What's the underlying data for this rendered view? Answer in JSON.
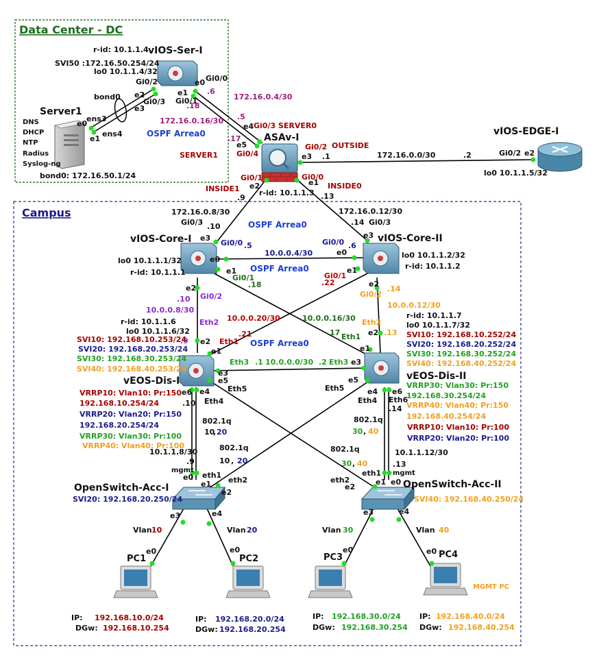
{
  "zones": {
    "datacenter": {
      "title": "Data Center - DC"
    },
    "campus": {
      "title": "Campus"
    }
  },
  "colors": {
    "red": "#a40000",
    "darkred": "#c00000",
    "blue": "#1a1a8c",
    "brightblue": "#1a3fd1",
    "green": "#22a022",
    "orange": "#f0a020",
    "purple": "#9c1f7c",
    "violet": "#8a2bd0",
    "darkgreen": "#1e6e1e",
    "link": "#000000",
    "port": "#22dd22"
  },
  "devices": {
    "vios_ser": {
      "name": "vIOS-Ser-I",
      "rid": "r-id: 10.1.1.4",
      "svi50": "SVI50 :172.16.50.254/24",
      "lo0": "lo0 10.1.1.4/32"
    },
    "server1": {
      "name": "Server1",
      "services": [
        "DNS",
        "DHCP",
        "NTP",
        "Radius",
        "Syslog-ng"
      ],
      "bond": "bond0: 172.16.50.1/24"
    },
    "asav": {
      "name": "ASAv-I",
      "rid": "r-id: 10.1.1.3"
    },
    "edge": {
      "name": "vIOS-EDGE-I",
      "lo0": "lo0 10.1.1.5/32"
    },
    "core1": {
      "name": "vIOS-Core-I",
      "lo0": "lo0 10.1.1.1/32",
      "rid": "r-id: 10.1.1.1"
    },
    "core2": {
      "name": "vIOS-Core-II",
      "lo0": "lo0 10.1.1.2/32",
      "rid": "r-id: 10.1.1.2"
    },
    "dis1": {
      "name": "vEOS-Dis-I",
      "rid": "r-id: 10.1.1.6",
      "lo0": "lo0 10.1.1.6/32",
      "svi10": "SVI10: 192.168.10.253/24",
      "svi20": "SVI20: 192.168.20.253/24",
      "svi30": "SVI30: 192.168.30.253/24",
      "svi40": "SVI40: 192.168.40.253/24",
      "vrrp10": "VRRP10: Vlan10: Pr:150",
      "vrrp10ip": "192.168.10.254/24",
      "vrrp20": "VRRP20: Vlan20: Pr:150",
      "vrrp20ip": "192.168.20.254/24",
      "vrrp30": "VRRP30: Vlan30: Pr:100",
      "vrrp40": "VRRP40: Vlan40: Pr:100"
    },
    "dis2": {
      "name": "vEOS-Dis-II",
      "rid": "r-id: 10.1.1.7",
      "lo0": "lo0 10.1.1.7/32",
      "svi10": "SVI10: 192.168.10.252/24",
      "svi20": "SVI20: 192.168.20.252/24",
      "svi30": "SVI30: 192.168.30.252/24",
      "svi40": "SVI40: 192.168.40.252/24",
      "vrrp30": "VRRP30: Vlan30: Pr:150",
      "vrrp30ip": "192.168.30.254/24",
      "vrrp40": "VRRP40: Vlan40: Pr:150",
      "vrrp40ip": "192.168.40.254/24",
      "vrrp10": "VRRP10: Vlan10: Pr:100",
      "vrrp20": "VRRP20: Vlan20: Pr:100"
    },
    "acc1": {
      "name": "OpenSwitch-Acc-I",
      "svi": "SVI20: 192.168.20.250/24"
    },
    "acc2": {
      "name": "OpenSwitch-Acc-II",
      "svi": "SVI40: 192.168.40.250/24"
    },
    "pc1": {
      "name": "PC1",
      "ip_label": "IP:",
      "ip": "192.168.10.0/24",
      "dgw_label": "DGw:",
      "dgw": "192.168.10.254"
    },
    "pc2": {
      "name": "PC2",
      "ip_label": "IP:",
      "ip": "192.168.20.0/24",
      "dgw_label": "DGw:",
      "dgw": "192.168.20.254"
    },
    "pc3": {
      "name": "PC3",
      "ip_label": "IP:",
      "ip": "192.168.30.0/24",
      "dgw_label": "DGw:",
      "dgw": "192.168.30.254"
    },
    "pc4": {
      "name": "PC4",
      "ip_label": "IP:",
      "ip": "192.168.40.0/24",
      "dgw_label": "DGw:",
      "dgw": "192.168.40.254",
      "note": "MGMT PC"
    }
  },
  "labels": {
    "ospf": "OSPF Arrea0",
    "server0": "SERVER0",
    "server1_zone": "SERVER1",
    "outside": "OUTSIDE",
    "inside0": "INSIDE0",
    "inside1": "INSIDE1",
    "bond0": "bond0",
    "net_ser_asa_top": "172.16.0.4/30",
    "net_ser_asa_bot": "172.16.0.16/30",
    "net_edge": "172.16.0.0/30",
    "net_core1_asa": "172.16.0.8/30",
    "net_core2_asa": "172.16.0.12/30",
    "net_core_core": "10.0.0.4/30",
    "net_core1_dis1": "10.0.0.8/30",
    "net_core2_dis2": "10.0.0.12/30",
    "net_core2_dis1": "10.0.0.20/30",
    "net_core1_dis2": "10.0.0.16/30",
    "net_dis_dis": "10.0.0.0/30",
    "net_dis1_acc1": "10.1.1.8/30",
    "net_dis2_acc2": "10.1.1.12/30",
    "dot1q": "802.1q",
    "vlan10": "10",
    "vlan20": "20",
    "vlan30": "30",
    "vlan40": "40",
    "vlan_word": "Vlan",
    "comma": ",",
    "mgmt": "mgmt"
  },
  "ports": {
    "ser_gi02": "Gi0/2",
    "ser_gi03": "Gi0/3",
    "ser_e2": "e2",
    "ser_e3": "e3",
    "ser_gi00": "Gi0/0",
    "ser_gi01": "Gi0/1",
    "ser_e0": "e0",
    "ser_e1": "e1",
    "ser_p6": ".6",
    "ser_p18": ".18",
    "srv_ens3": "ens3",
    "srv_ens4": "ens4",
    "srv_e0": "e0",
    "srv_e1": "e1",
    "asa_p5": ".5",
    "asa_gi03": "Gi0/3",
    "asa_e4": "e4",
    "asa_p17": ".17",
    "asa_e5": "e5",
    "asa_gi04": "Gi0/4",
    "asa_gi02": "Gi0/2",
    "asa_e3": "e3",
    "asa_p1": ".1",
    "asa_gi01": "Gi0/1",
    "asa_e2": "e2",
    "asa_p9": ".9",
    "asa_gi00": "Gi0/0",
    "asa_e1": "e1",
    "asa_p13": ".13",
    "edge_gi02": "Gi0/2",
    "edge_e2": "e2",
    "edge_p2": ".2",
    "c1_gi03": "Gi0/3",
    "c1_p10": ".10",
    "c1_e3": "e3",
    "c1_gi00": "Gi0/0",
    "c1_p5": ".5",
    "c1_e0": "e0",
    "c1_e1": "e1",
    "c1_gi01": "Gi0/1",
    "c1_p18": ".18",
    "c1_e2": "e2",
    "c1_gi02": "Gi0/2",
    "c1_p10b": ".10",
    "c2_p14": ".14",
    "c2_gi03": "Gi0/3",
    "c2_e3": "e3",
    "c2_gi00": "Gi0/0",
    "c2_p6": ".6",
    "c2_e0": "e0",
    "c2_e1": "e1",
    "c2_gi01": "Gi0/1",
    "c2_p22": ".22",
    "c2_e2": "e2",
    "c2_gi02": "Gi0/2",
    "c2_p14b": ".14",
    "d1_eth2": "Eth2",
    "d1_p9": ".9",
    "d1_e2": "e2",
    "d1_eth1": "Eth1",
    "d1_p21": ".21",
    "d1_e1": "e1",
    "d1_eth3": "Eth3",
    "d1_e3": "e3",
    "d1_p1": ".1",
    "d1_e5": "e5",
    "d1_eth5": "Eth5",
    "d1_e6": "e6",
    "d1_e4": "e4",
    "d1_eth4": "Eth4",
    "d1_p10": ".10",
    "d2_eth2": "Eth2",
    "d2_e2": "e2",
    "d2_p13": ".13",
    "d2_p17": "17",
    "d2_eth1": "Eth1",
    "d2_e1": "e1",
    "d2_p2": ".2",
    "d2_eth3": "Eth3",
    "d2_e3": "e3",
    "d2_eth5": "Eth5",
    "d2_e5": "e5",
    "d2_e4": "e4",
    "d2_eth4": "Eth4",
    "d2_e6": "e6",
    "d2_eth6": "Eth6",
    "d2_p14": ".14",
    "a1_p9": ".9",
    "a1_e0": "e0",
    "a1_eth1": "eth1",
    "a1_e1": "e1",
    "a1_eth2": "eth2",
    "a1_e2": "e2",
    "a1_e3": "e3",
    "a1_e4": "e4",
    "a2_p13": ".13",
    "a2_e0": "e0",
    "a2_eth1": "eth1",
    "a2_e1": "e1",
    "a2_eth2": "eth2",
    "a2_e2": "e2",
    "a2_e3": "e3",
    "a2_e4": "e4",
    "pc1_e0": "e0",
    "pc2_e0": "e0",
    "pc3_e0": "e0",
    "pc4_e0": "e0"
  }
}
